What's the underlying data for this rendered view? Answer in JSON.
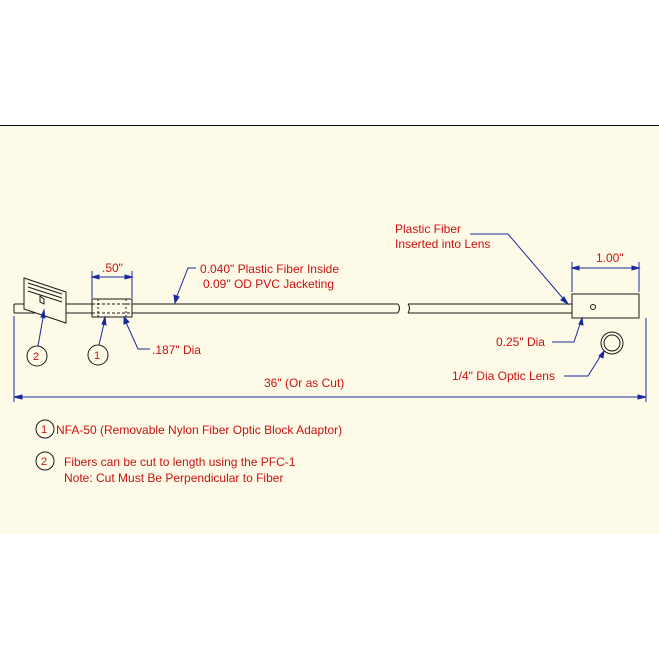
{
  "colors": {
    "sheet": "#fdfbe7",
    "line": "#1a1a1a",
    "leader": "#1a2a9c",
    "text": "#cc1111"
  },
  "labels": {
    "fiber_inside": "0.040\" Plastic Fiber Inside",
    "jacketing": "0.09\" OD PVC Jacketing",
    "adaptor_length": ".50\"",
    "adaptor_dia": ".187\" Dia",
    "plastic_fiber": "Plastic Fiber",
    "inserted": "Inserted into Lens",
    "lens_length": "1.00\"",
    "lens_dia": "0.25\" Dia",
    "optic_lens": "1/4\" Dia Optic Lens",
    "overall_length": "36\" (Or as Cut)"
  },
  "callouts": {
    "one": "1",
    "two": "2"
  },
  "notes": [
    {
      "num": "1",
      "text": "NFA-50 (Removable Nylon Fiber Optic Block Adaptor)"
    },
    {
      "num": "2",
      "text": "Fibers can be cut to length using the PFC-1",
      "text2": "Note: Cut Must Be Perpendicular to Fiber"
    }
  ]
}
